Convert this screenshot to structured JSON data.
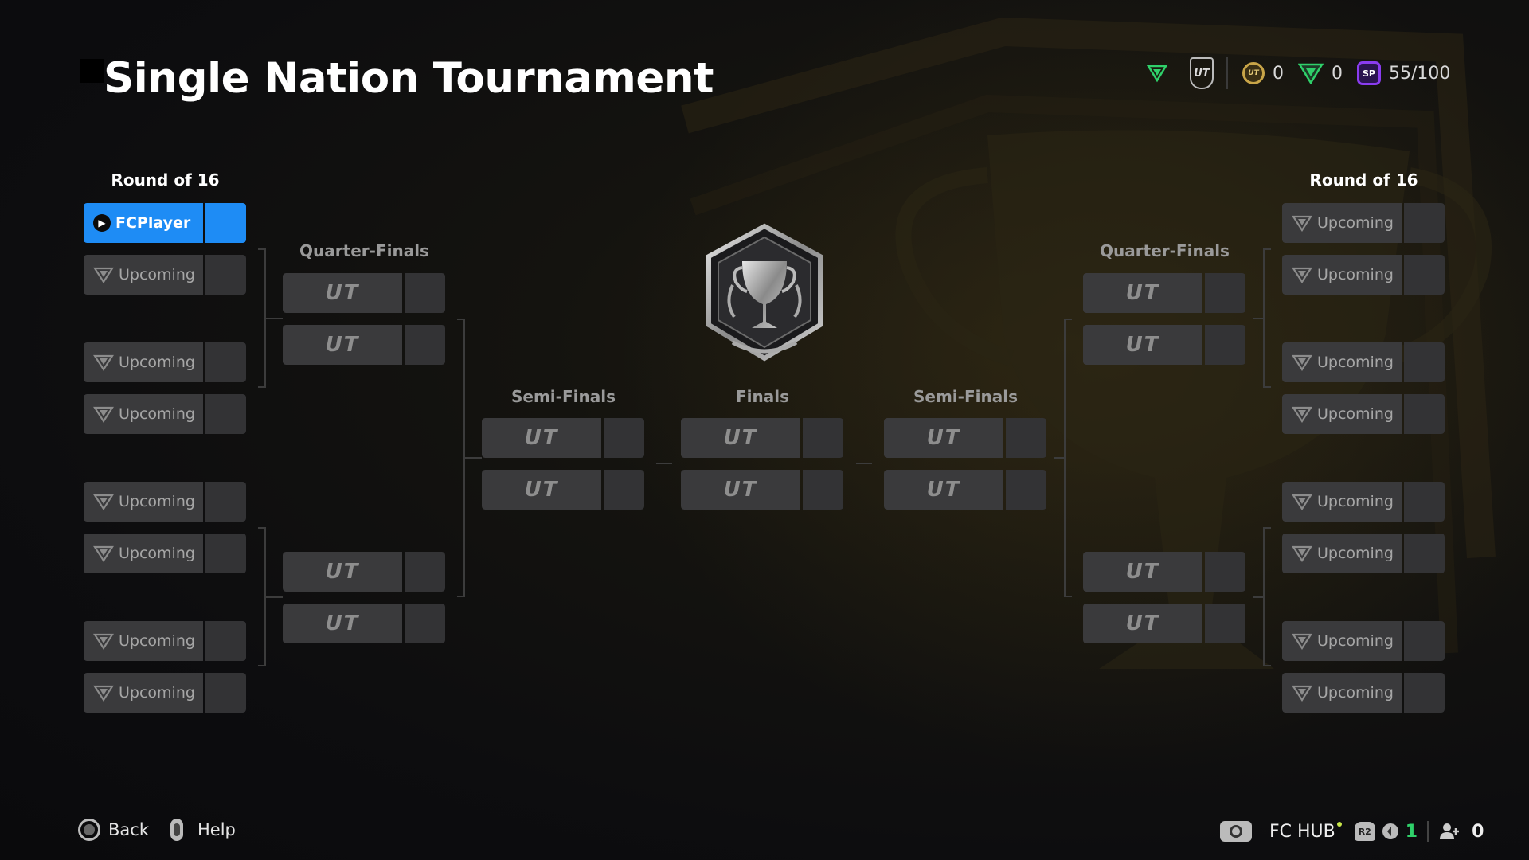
{
  "title": "Single Nation Tournament",
  "header": {
    "coins": "0",
    "fc_points": "0",
    "sp": "55/100",
    "sp_icon_text": "SP",
    "ut_badge": "UT"
  },
  "rounds": {
    "round_of_16": "Round of 16",
    "quarter_finals": "Quarter-Finals",
    "semi_finals": "Semi-Finals",
    "finals": "Finals"
  },
  "left_r16": [
    {
      "label": "FCPlayer",
      "player": true
    },
    {
      "label": "Upcoming"
    },
    {
      "label": "Upcoming"
    },
    {
      "label": "Upcoming"
    },
    {
      "label": "Upcoming"
    },
    {
      "label": "Upcoming"
    },
    {
      "label": "Upcoming"
    },
    {
      "label": "Upcoming"
    }
  ],
  "right_r16": [
    {
      "label": "Upcoming"
    },
    {
      "label": "Upcoming"
    },
    {
      "label": "Upcoming"
    },
    {
      "label": "Upcoming"
    },
    {
      "label": "Upcoming"
    },
    {
      "label": "Upcoming"
    },
    {
      "label": "Upcoming"
    },
    {
      "label": "Upcoming"
    }
  ],
  "ut_placeholder": "UT",
  "footer": {
    "back": "Back",
    "help": "Help",
    "fc_hub": "FC HUB",
    "r2": "R2",
    "notifications": "1",
    "friends": "0"
  },
  "colors": {
    "player_blue": "#1e8cf5",
    "slot_bg": "#3a3a3c",
    "fc_green": "#2fd06a",
    "sp_purple": "#8a3cf0",
    "gold": "#c9a548"
  },
  "icons": {
    "ea_fc": "ea-fc-logo-icon",
    "trophy": "trophy-icon",
    "coin": "coin-icon",
    "points": "fc-points-icon",
    "sp": "sp-icon"
  }
}
